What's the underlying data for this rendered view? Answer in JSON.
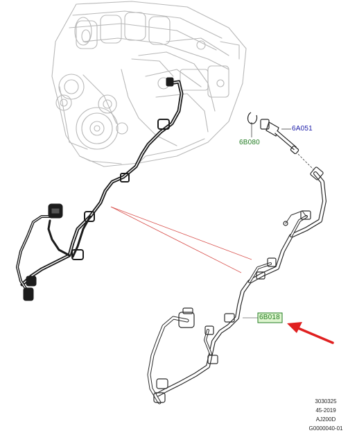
{
  "callouts": [
    {
      "id": "6A051",
      "color": "#1a1aa8",
      "boxed": false,
      "highlight": ""
    },
    {
      "id": "6B080",
      "color": "#1f7a1f",
      "boxed": false,
      "highlight": ""
    },
    {
      "id": "6B018",
      "color": "#1f7a1f",
      "boxed": true,
      "highlight": "#dff5d0"
    }
  ],
  "reference": [
    "3030325",
    "45-2019",
    "AJ200D",
    "G0000040-01"
  ],
  "colors": {
    "engine_line": "#b8b8b8",
    "harness_dark": "#1c1c1c",
    "harness_outline": "#2a2a2a",
    "leader_lines": "#d9534f",
    "pointer_arrow": "#e02020"
  }
}
